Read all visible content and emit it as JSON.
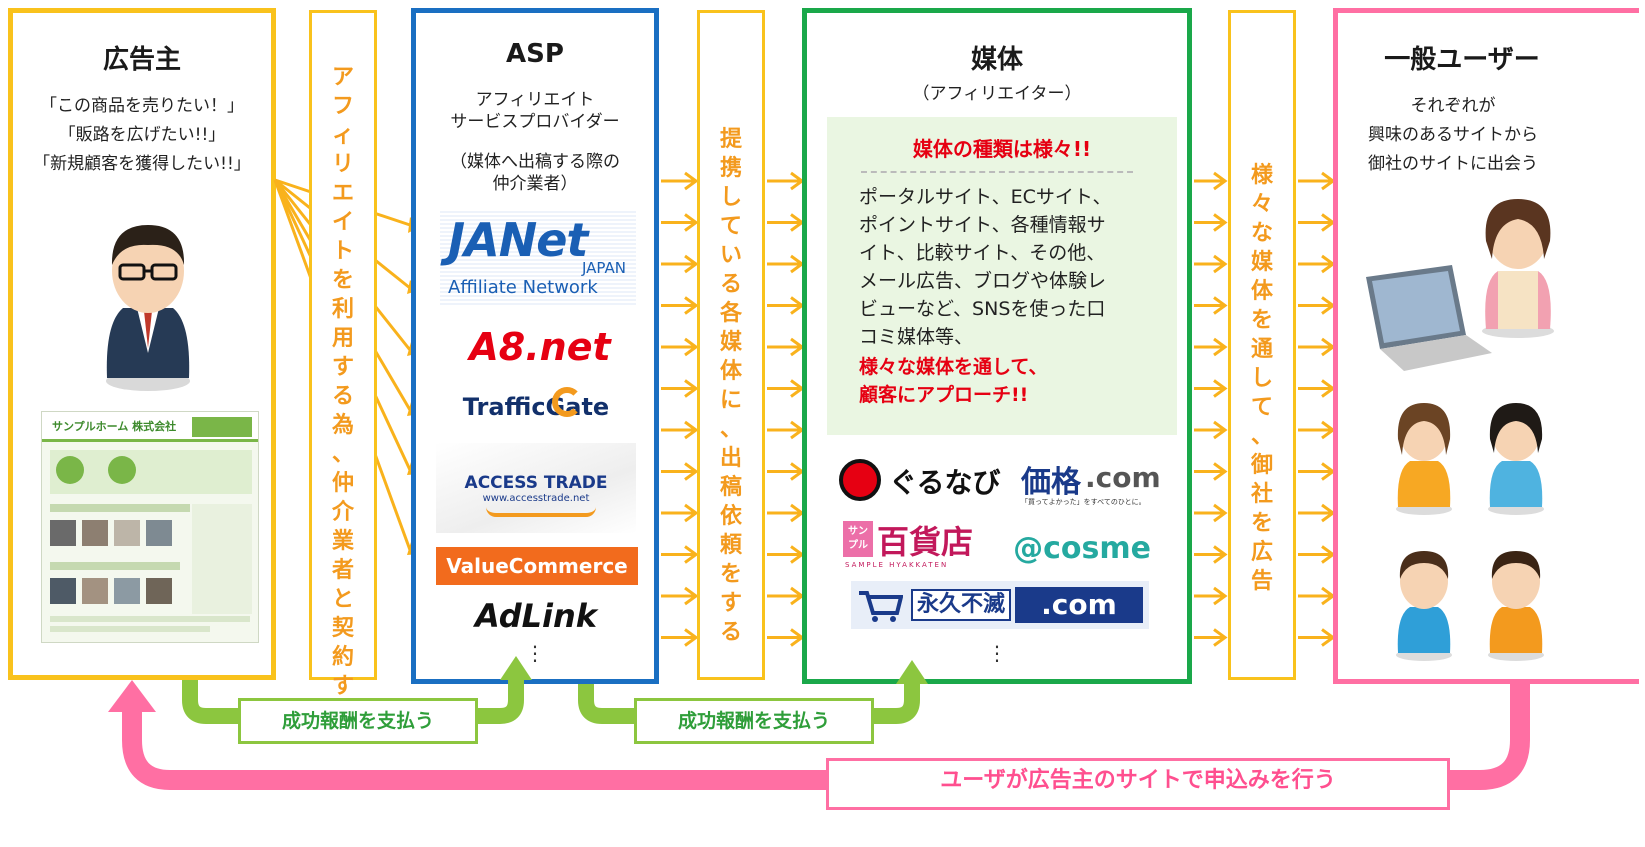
{
  "advertiser": {
    "title": "広告主",
    "quotes": [
      "「この商品を売りたい！」",
      "「販路を広げたい!!」",
      "「新規顧客を獲得したい!!」"
    ],
    "site_name": "サンプルホーム 株式会社"
  },
  "col1_vertical": "アフィリエイトを利用する為、仲介業者と契約する",
  "asp": {
    "title": "ASP",
    "subtitle_lines": [
      "アフィリエイト",
      "サービスプロバイダー"
    ],
    "note_lines": [
      "（媒体へ出稿する際の",
      "仲介業者）"
    ],
    "logos": {
      "janet_main": "JANet",
      "janet_japan": "JAPAN",
      "janet_sub": "Affiliate Network",
      "a8": "A8.net",
      "trafficgate": "TrafficGate",
      "accesstrade": "ACCESS TRADE",
      "accesstrade_url": "www.accesstrade.net",
      "valuecommerce": "ValueCommerce",
      "adlink": "AdLink"
    },
    "ellipsis": "⋮"
  },
  "col2_vertical": "提携している各媒体に、出稿依頼をする",
  "media": {
    "title": "媒体",
    "subtitle": "（アフィリエイター）",
    "box_heading": "媒体の種類は様々!!",
    "body_lines": [
      "ポータルサイト、ECサイト、",
      "ポイントサイト、各種情報サ",
      "イト、比較サイト、その他、",
      "メール広告、ブログや体験レ",
      "ビューなど、SNSを使った口",
      "コミ媒体等、"
    ],
    "emphasis_lines": [
      "様々な媒体を通して、",
      "顧客にアプローチ!!"
    ],
    "logos": {
      "gurunavi": "ぐるなび",
      "kakaku_main": "価格",
      "kakaku_com": ".com",
      "kakaku_tag": "「買ってよかった」をすべてのひとに。",
      "sample_badge": "サンプル",
      "hyakkaten": "百貨店",
      "hyakkaten_sub": "SAMPLE HYAKKATEN",
      "cosme": "@cosme",
      "eikyu": "永久不滅",
      "eikyu_com": ".com"
    },
    "ellipsis": "⋮"
  },
  "col3_vertical": "様々な媒体を通して、御社を広告",
  "users": {
    "title": "一般ユーザー",
    "lines": [
      "それぞれが",
      "興味のあるサイトから",
      "御社のサイトに出会う"
    ]
  },
  "flows": {
    "payment_1": "成功報酬を支払う",
    "payment_2": "成功報酬を支払う",
    "apply": "ユーザが広告主のサイトで申込みを行う"
  },
  "colors": {
    "advertiser_border": "#f9c21c",
    "asp_border": "#1a6fc2",
    "media_border": "#1aa84a",
    "users_border": "#ff6fa3",
    "arrow_orange": "#f9b21c",
    "arrow_green": "#8cc63f",
    "arrow_pink": "#ff6fa3",
    "vertical_text": "#f39a1e",
    "red_text": "#e60012"
  }
}
